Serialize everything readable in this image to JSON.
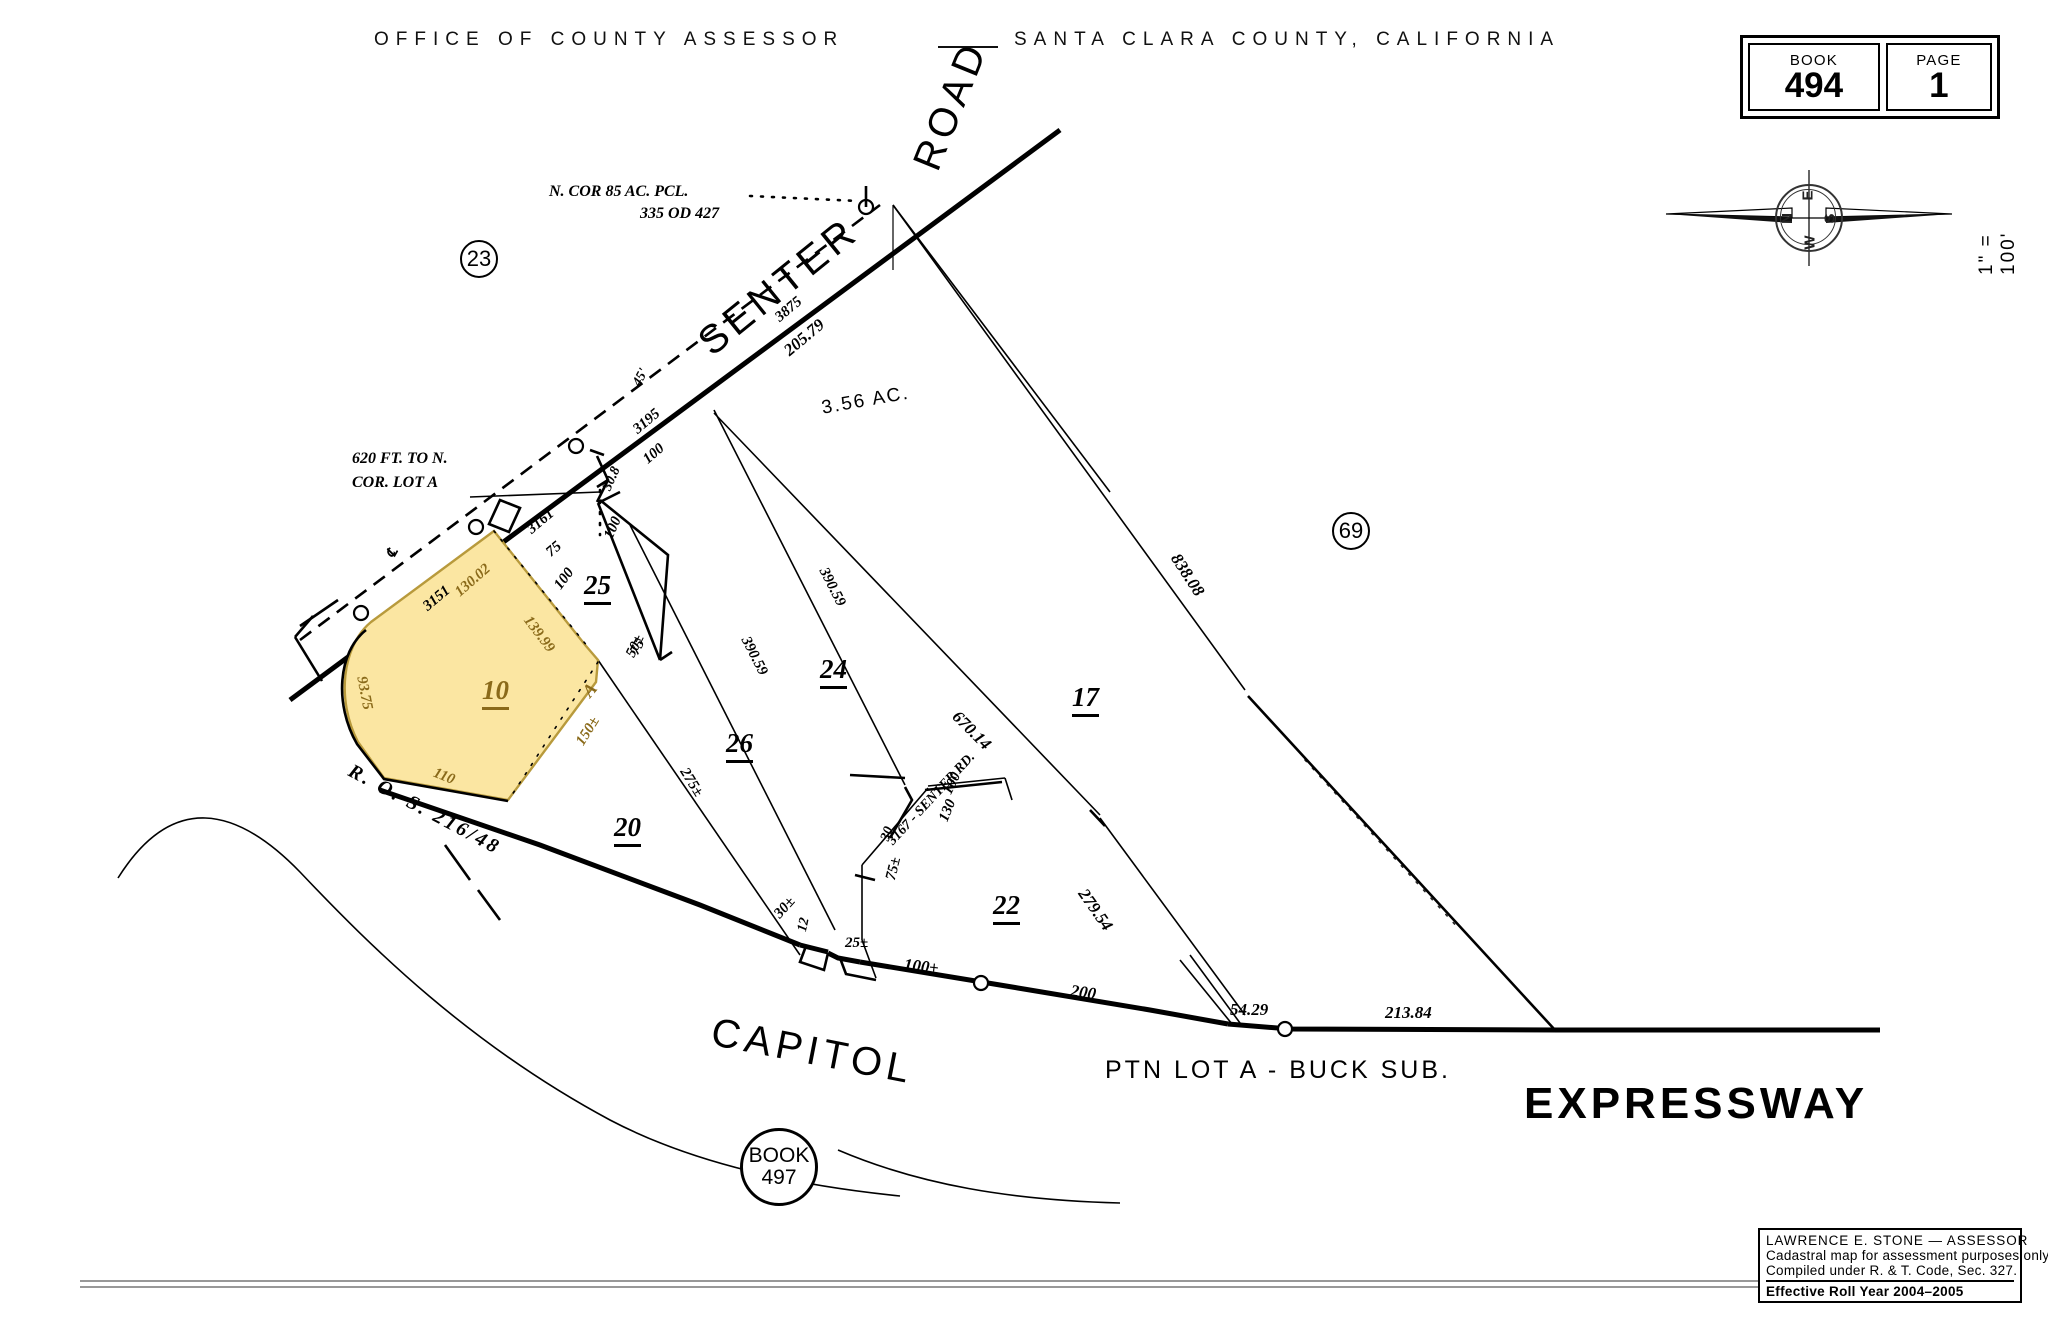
{
  "header": {
    "title": "OFFICE  OF  COUNTY  ASSESSOR",
    "title_right": "SANTA  CLARA  COUNTY,  CALIFORNIA",
    "book_caption": "BOOK",
    "book_value": "494",
    "page_caption": "PAGE",
    "page_value": "1"
  },
  "compass": {
    "n": "N",
    "e": "E",
    "s": "S",
    "w": "W",
    "scale": "1\" = 100'"
  },
  "credit": {
    "line1": "LAWRENCE E. STONE — ASSESSOR",
    "line2": "Cadastral map for assessment purposes only.",
    "line3": "Compiled under R. & T. Code, Sec. 327.",
    "line4": "Effective Roll Year 2004–2005"
  },
  "page_refs": {
    "ref_23": "23",
    "ref_69": "69",
    "book_word": "BOOK",
    "book_497": "497"
  },
  "streets": {
    "senter": "SENTER",
    "road": "ROAD",
    "capitol": "CAPITOL",
    "expressway": "EXPRESSWAY",
    "senter_rd_inset": "3167 -  SENTER RD."
  },
  "notes": {
    "n_cor_line1": "N. COR 85 AC. PCL.",
    "n_cor_line2": "335 OD 427",
    "lot_a_line1": "620 FT. TO N.",
    "lot_a_line2": "COR. LOT A",
    "ros": "R. O. S. 216/48",
    "subdivision": "PTN LOT A - BUCK SUB.",
    "acreage_356": "3.56 AC."
  },
  "parcels": [
    {
      "number": "10",
      "highlighted": true
    },
    {
      "number": "25",
      "highlighted": false
    },
    {
      "number": "24",
      "highlighted": false
    },
    {
      "number": "26",
      "highlighted": false
    },
    {
      "number": "20",
      "highlighted": false
    },
    {
      "number": "22",
      "highlighted": false
    },
    {
      "number": "17",
      "highlighted": false
    }
  ],
  "dimensions": {
    "senter_frontage": "205.79",
    "address_3875": "3875",
    "address_3195": "3195",
    "address_3161": "3161",
    "address_3151": "3151",
    "offset_45": "45'",
    "d_100_senter": "100",
    "d_308": "30.8",
    "d_75_a": "75",
    "d_100_b": "100",
    "d_100_c": "100",
    "d_75_b": "75",
    "d_50pm": "50±",
    "d_130_02": "130.02",
    "d_139_99": "139.99",
    "d_93_75": "93.75",
    "d_110": "110",
    "d_150pm": "150±",
    "lot_a_letter": "A",
    "d_390_59_a": "390.59",
    "d_390_59_b": "390.59",
    "d_275pm": "275±",
    "d_30pm": "30±",
    "d_12": "12",
    "d_25pm": "25±",
    "d_75pm": "75±",
    "d_100pm": "100±",
    "d_200": "200",
    "d_30": "30",
    "d_100_d": "100",
    "d_130": "130",
    "d_670_14": "670.14",
    "d_279_54": "279.54",
    "d_838_08": "838.08",
    "d_54_29": "54.29",
    "d_213_84": "213.84",
    "cl_symbol": "℄"
  },
  "colors": {
    "highlight_fill": "#fbe6a2",
    "highlight_stroke": "#b89a3c",
    "ink": "#000000",
    "paper": "#ffffff"
  }
}
